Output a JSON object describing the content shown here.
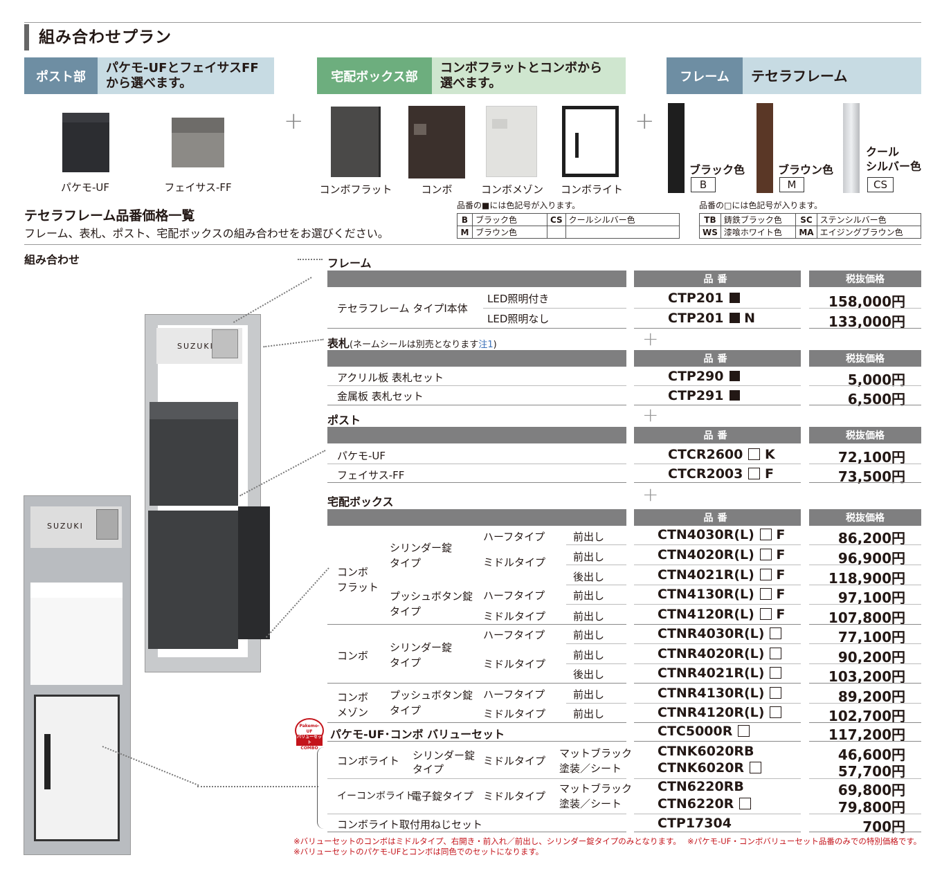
{
  "title": "組み合わせプラン",
  "header": {
    "post": {
      "label": "ポスト部",
      "desc1": "パケモ-UFとフェイサスFF",
      "desc2": "から選べます。",
      "color": "#6e8ea3",
      "desc_bg": "#c7dbe3"
    },
    "box": {
      "label": "宅配ボックス部",
      "desc1": "コンボフラットとコンボから",
      "desc2": "選べます。",
      "color": "#6dae7e",
      "desc_bg": "#cfe6cf"
    },
    "frame": {
      "label": "フレーム",
      "desc": "テセラフレーム",
      "color": "#6e8ea3",
      "desc_bg": "#c7dbe3"
    }
  },
  "products": {
    "post": [
      "パケモ-UF",
      "フェイサス-FF"
    ],
    "box": [
      "コンボフラット",
      "コンボ",
      "コンボメゾン",
      "コンボライト"
    ],
    "frames": [
      {
        "name": "ブラック色",
        "code": "B"
      },
      {
        "name": "ブラウン色",
        "code": "M"
      },
      {
        "name1": "クール",
        "name2": "シルバー色",
        "code": "CS"
      }
    ]
  },
  "plus": "+",
  "list_title": "テセラフレーム品番価格一覧",
  "list_sub": "フレーム、表札、ポスト、宅配ボックスの組み合わせをお選びください。",
  "legend1": {
    "note": "品番の■には色記号が入ります。",
    "rows": [
      [
        "B",
        "ブラック色",
        "CS",
        "クールシルバー色"
      ],
      [
        "M",
        "ブラウン色",
        "",
        ""
      ]
    ]
  },
  "legend2": {
    "note": "品番の□には色記号が入ります。",
    "rows": [
      [
        "TB",
        "鋳鉄ブラック色",
        "SC",
        "ステンシルバー色"
      ],
      [
        "WS",
        "漆喰ホワイト色",
        "MA",
        "エイジングブラウン色"
      ]
    ]
  },
  "combo_label": "組み合わせ",
  "nameplate_text": "SUZUKI",
  "col_code": "品番",
  "col_price": "税抜価格",
  "frame": {
    "title": "フレーム",
    "item": "テセラフレーム タイプⅠ本体",
    "rows": [
      {
        "opt": "LED照明付き",
        "code": "CTP201",
        "suffix": "",
        "price": "158,000円"
      },
      {
        "opt": "LED照明なし",
        "code": "CTP201",
        "suffix": "N",
        "price": "133,000円"
      }
    ]
  },
  "nameplate": {
    "title": "表札",
    "note_pre": "(ネームシールは別売となります",
    "note_ref": "注1",
    "note_post": ")",
    "rows": [
      {
        "name": "アクリル板 表札セット",
        "code": "CTP290",
        "price": "5,000円"
      },
      {
        "name": "金属板 表札セット",
        "code": "CTP291",
        "price": "6,500円"
      }
    ]
  },
  "post": {
    "title": "ポスト",
    "rows": [
      {
        "name": "パケモ-UF",
        "code": "CTCR2600",
        "suffix": "K",
        "price": "72,100円"
      },
      {
        "name": "フェイサス-FF",
        "code": "CTCR2003",
        "suffix": "F",
        "price": "73,500円"
      }
    ]
  },
  "box": {
    "title": "宅配ボックス",
    "groups": {
      "flat1": "コンボ",
      "flat2": "フラット",
      "combo": "コンボ",
      "mz1": "コンボ",
      "mz2": "メゾン"
    },
    "locks": {
      "cyl1": "シリンダー錠",
      "cyl2": "タイプ",
      "push1": "プッシュボタン錠",
      "push2": "タイプ"
    },
    "half": "ハーフタイプ",
    "middle": "ミドルタイプ",
    "front": "前出し",
    "back": "後出し",
    "rows": [
      {
        "code": "CTN4030R(L)",
        "sq": true,
        "suffix": "F",
        "price": "86,200円"
      },
      {
        "code": "CTN4020R(L)",
        "sq": true,
        "suffix": "F",
        "price": "96,900円"
      },
      {
        "code": "CTN4021R(L)",
        "sq": true,
        "suffix": "F",
        "price": "118,900円"
      },
      {
        "code": "CTN4130R(L)",
        "sq": true,
        "suffix": "F",
        "price": "97,100円"
      },
      {
        "code": "CTN4120R(L)",
        "sq": true,
        "suffix": "F",
        "price": "107,800円"
      },
      {
        "code": "CTNR4030R(L)",
        "sq": true,
        "suffix": "",
        "price": "77,100円"
      },
      {
        "code": "CTNR4020R(L)",
        "sq": true,
        "suffix": "",
        "price": "90,200円"
      },
      {
        "code": "CTNR4021R(L)",
        "sq": true,
        "suffix": "",
        "price": "103,200円"
      },
      {
        "code": "CTNR4130R(L)",
        "sq": true,
        "suffix": "",
        "price": "89,200円"
      },
      {
        "code": "CTNR4120R(L)",
        "sq": true,
        "suffix": "",
        "price": "102,700円"
      }
    ]
  },
  "value_set": {
    "badge1": "Pakemo-UF",
    "badge2": "バリューセット",
    "badge3": "COMBO",
    "name": "パケモ-UF･コンボ バリューセット",
    "code": "CTC5000R",
    "price": "117,200円"
  },
  "lite": {
    "name": "コンボライト",
    "lock1": "シリンダー錠",
    "lock2": "タイプ",
    "type": "ミドルタイプ",
    "fin1": "マットブラック",
    "fin2": "塗装／シート",
    "code1": "CTNK6020RB",
    "code2": "CTNK6020R",
    "price1": "46,600円",
    "price2": "57,700円"
  },
  "elite": {
    "name": "イーコンボライト",
    "lock": "電子錠タイプ",
    "type": "ミドルタイプ",
    "fin1": "マットブラック",
    "fin2": "塗装／シート",
    "code1": "CTN6220RB",
    "code2": "CTN6220R",
    "price1": "69,800円",
    "price2": "79,800円"
  },
  "screw": {
    "name": "コンボライト取付用ねじセット",
    "code": "CTP17304",
    "price": "700円"
  },
  "notes": [
    "※バリューセットのコンボはミドルタイプ、右開き・前入れ／前出し、シリンダー錠タイプのみとなります。",
    "※パケモ-UF・コンボバリューセット品番のみでの特別価格です。",
    "※バリューセットのパケモ-UFとコンボは同色でのセットになります。"
  ]
}
